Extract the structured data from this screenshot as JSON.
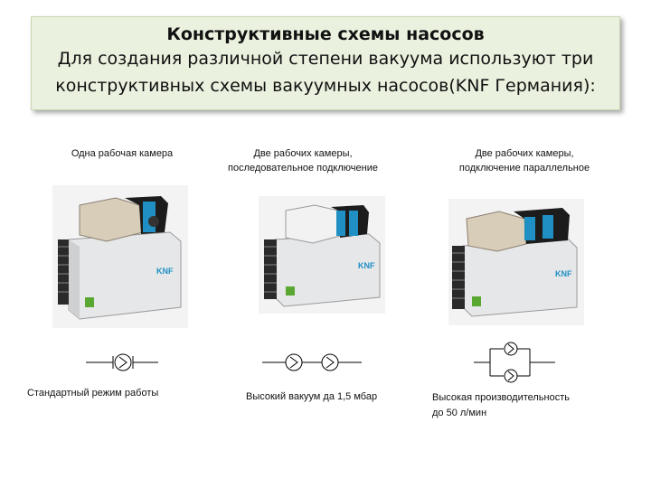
{
  "header": {
    "title": "Конструктивные схемы насосов",
    "subtitle_line1": "Для создания различной степени вакуума используют три",
    "subtitle_line2": "конструктивных схемы вакуумных насосов(KNF Германия):"
  },
  "columns": [
    {
      "caption_line1": "Одна рабочая камера",
      "caption_line2": "",
      "footnote_line1": "Стандартный режим работы",
      "footnote_line2": "",
      "pump_icon": "single-chamber-pump",
      "schema": "single"
    },
    {
      "caption_line1": "Две рабочих камеры,",
      "caption_line2": "последовательное подключение",
      "footnote_line1": "Высокий вакуум да 1,5 мбар",
      "footnote_line2": "",
      "pump_icon": "serial-two-chamber-pump",
      "schema": "serial"
    },
    {
      "caption_line1": "Две рабочих камеры,",
      "caption_line2": "подключение параллельное",
      "footnote_line1": "Высокая производительность",
      "footnote_line2": "до 50 л/мин",
      "pump_icon": "parallel-two-chamber-pump",
      "schema": "parallel"
    }
  ],
  "colors": {
    "header_bg": "#eaf1de",
    "pump_body": "#e6e7e9",
    "pump_head_accent": "#1f8fc4",
    "pump_base": "#2a2a2a",
    "switch": "#5aa832"
  }
}
